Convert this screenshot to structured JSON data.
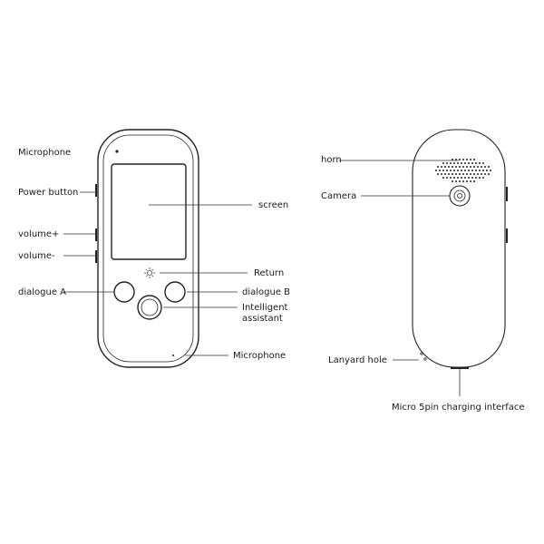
{
  "front_labels": {
    "microphone_top": "Microphone",
    "power_button": "Power button",
    "volume_up": "volume+",
    "volume_down": "volume-",
    "dialogue_a": "dialogue A",
    "screen": "screen",
    "return": "Return",
    "dialogue_b": "dialogue B",
    "intelligent_assistant_line1": "Intelligent",
    "intelligent_assistant_line2": "assistant",
    "microphone_bottom": "Microphone"
  },
  "back_labels": {
    "horn": "horn",
    "camera": "Camera",
    "lanyard_hole": "Lanyard hole",
    "charging_interface": "Micro 5pin charging interface"
  },
  "colors": {
    "outline": "#222222",
    "leader_line": "#333333",
    "text": "#1a1a1a",
    "background": "#ffffff"
  },
  "icons": {
    "return_button": "sun-icon",
    "camera": "camera-lens-icon",
    "horn": "speaker-grille-icon"
  }
}
